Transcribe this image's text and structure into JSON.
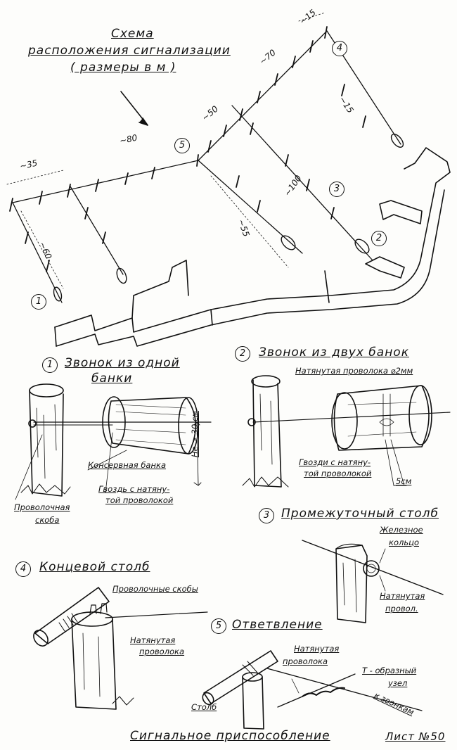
{
  "scheme": {
    "title": [
      "Схема",
      "расположения сигнализации",
      "( размеры в м )"
    ],
    "dimensions": [
      "~15",
      "~70",
      "~50",
      "~80",
      "~35",
      "~60",
      "~55",
      "~100",
      "~15"
    ],
    "markers": [
      "1",
      "2",
      "3",
      "4",
      "5"
    ]
  },
  "detail_1": {
    "number": "1",
    "title": [
      "Звонок из одной",
      "банки"
    ],
    "labels": {
      "can": "Консервная банка",
      "nail": [
        "Гвоздь с натяну-",
        "той проволокой"
      ],
      "height": "Не > 30 см",
      "staple": [
        "Проволочная",
        "скоба"
      ]
    }
  },
  "detail_2": {
    "number": "2",
    "title": "Звонок из двух банок",
    "labels": {
      "wire": "Натянутая проволока ⌀2мм",
      "nails": [
        "Гвозди с натяну-",
        "той проволокой"
      ],
      "gap": "5см"
    }
  },
  "detail_3": {
    "number": "3",
    "title": "Промежуточный столб",
    "labels": {
      "ring": [
        "Железное",
        "кольцо"
      ],
      "wire": [
        "Натянутая",
        "провол."
      ]
    }
  },
  "detail_4": {
    "number": "4",
    "title": "Концевой столб",
    "labels": {
      "staples": "Проволочные скобы",
      "wire": [
        "Натянутая",
        "проволока"
      ]
    }
  },
  "detail_5": {
    "number": "5",
    "title": "Ответвление",
    "labels": {
      "wire": [
        "Натянутая",
        "проволока"
      ],
      "knot": [
        "Т - образный",
        "узел"
      ],
      "to_bells": "к звонкам",
      "post": "Столб"
    }
  },
  "footer": {
    "title": "Сигнальное приспособление",
    "sheet": "Лист №50"
  },
  "colors": {
    "ink": "#111111",
    "paper": "#fdfdfb"
  }
}
